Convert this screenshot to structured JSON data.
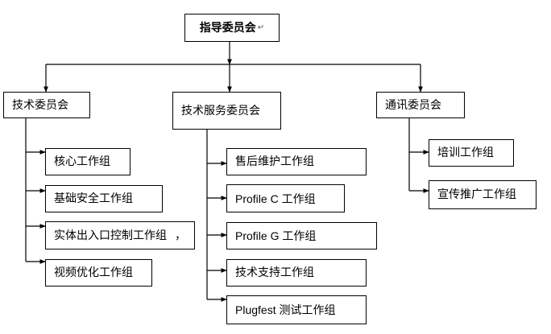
{
  "root": {
    "label": "指导委员会",
    "suffix": "↵"
  },
  "committees": [
    {
      "label": "技术委员会",
      "groups": [
        "核心工作组",
        "基础安全工作组",
        "实体出入口控制工作组",
        "视频优化工作组"
      ],
      "group_suffix": [
        null,
        null,
        "，",
        null
      ]
    },
    {
      "label": "技术服务委员会",
      "groups": [
        "售后维护工作组",
        "Profile C 工作组",
        "Profile G 工作组",
        "技术支持工作组",
        "Plugfest 测试工作组"
      ]
    },
    {
      "label": "通讯委员会",
      "groups": [
        "培训工作组",
        "宣传推广工作组"
      ]
    }
  ]
}
